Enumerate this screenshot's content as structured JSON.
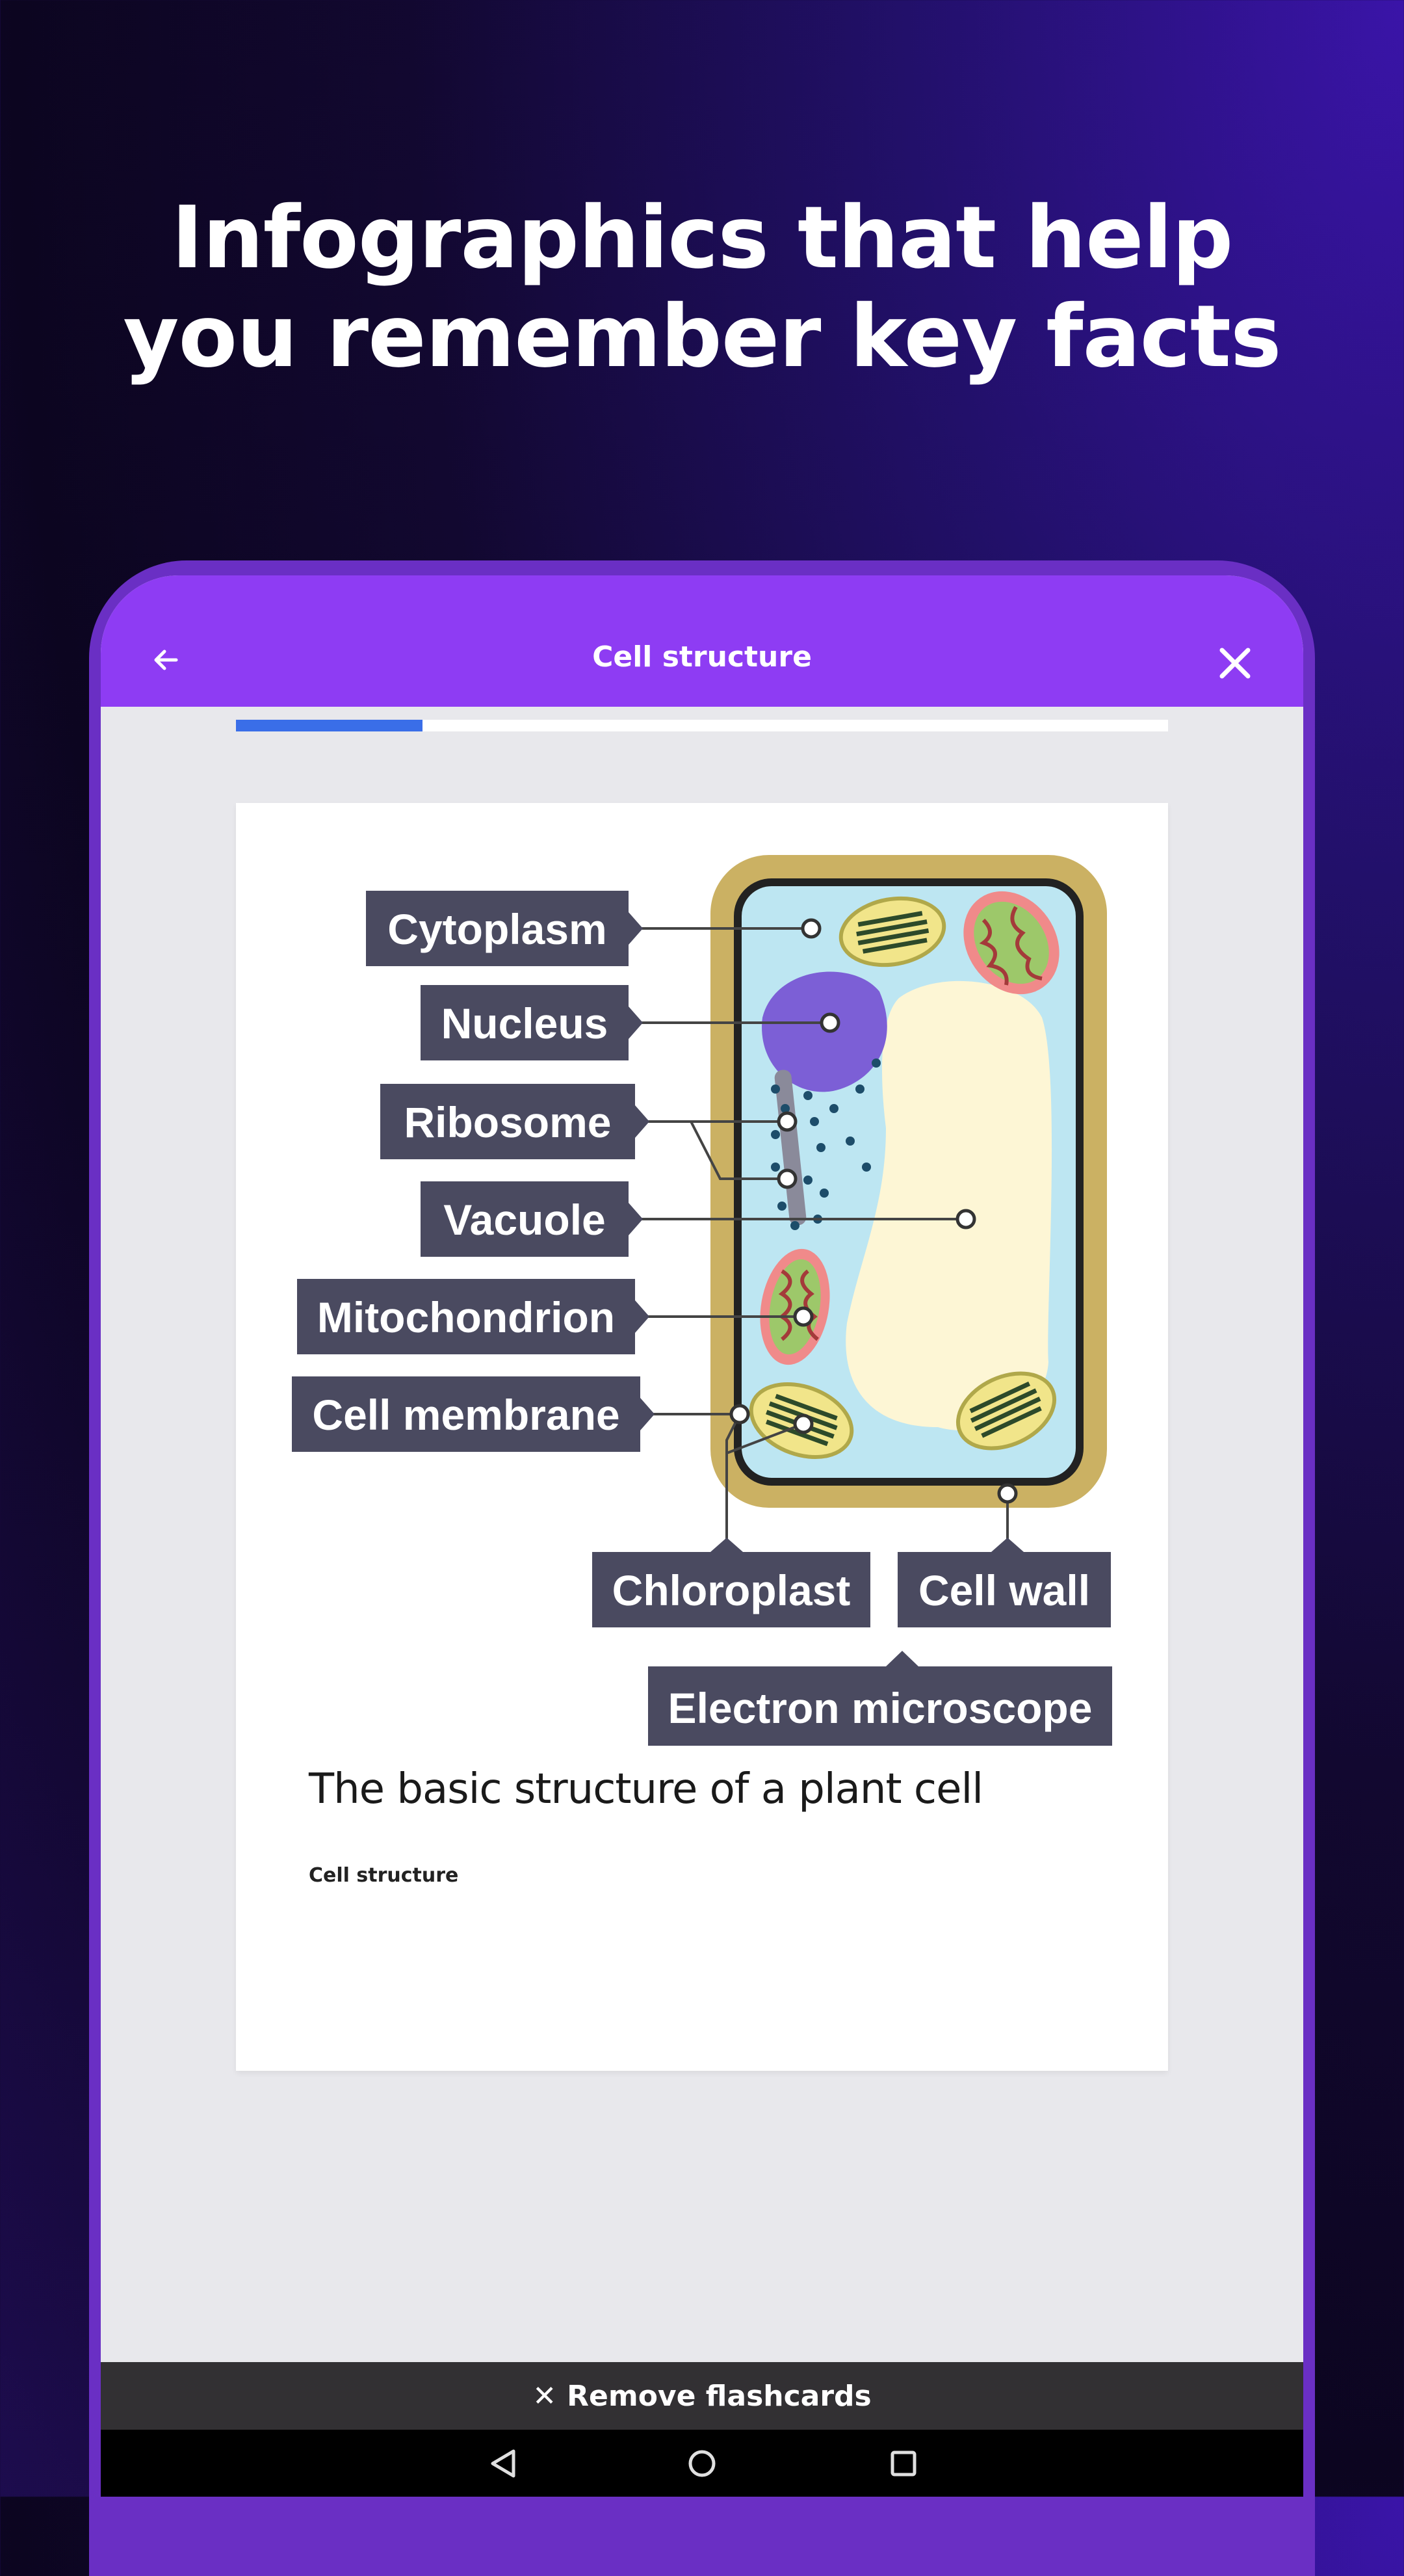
{
  "headline": {
    "line1": "Infographics that help",
    "line2": "you remember key facts"
  },
  "app": {
    "title": "Cell structure",
    "progress_fraction": 0.2
  },
  "diagram": {
    "labels": {
      "cytoplasm": "Cytoplasm",
      "nucleus": "Nucleus",
      "ribosome": "Ribosome",
      "vacuole": "Vacuole",
      "mitochondrion": "Mitochondrion",
      "cell_membrane": "Cell membrane",
      "chloroplast": "Chloroplast",
      "cell_wall": "Cell wall",
      "electron_microscope": "Electron microscope"
    }
  },
  "card": {
    "caption": "The basic structure of a plant cell",
    "subtitle": "Cell structure"
  },
  "snackbar": {
    "label": "Remove flashcards"
  },
  "colors": {
    "appbar": "#8e3cf3",
    "progress": "#3a6ee8",
    "label_box": "#4a4a60"
  }
}
